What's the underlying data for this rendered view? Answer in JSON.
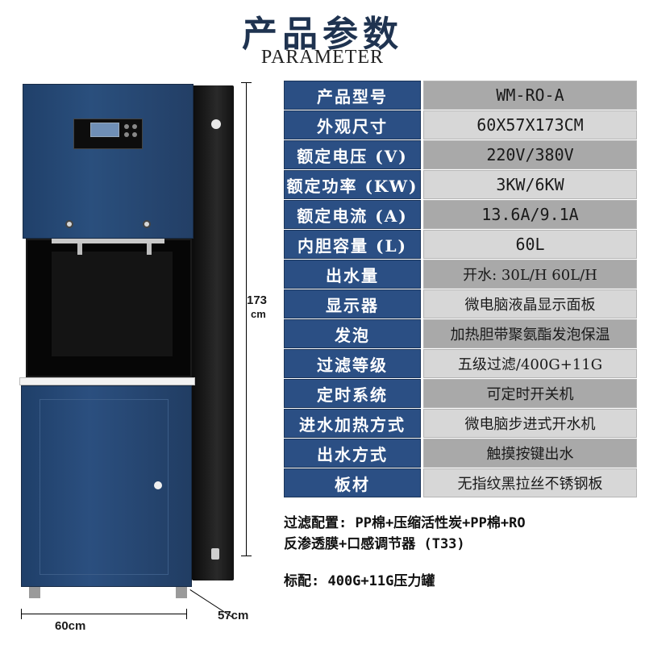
{
  "header": {
    "title": "产品参数",
    "subtitle": "PARAMETER"
  },
  "dimensions": {
    "height_value": "173",
    "height_unit": "cm",
    "width": "60cm",
    "depth": "57cm"
  },
  "params": [
    {
      "label": "产品型号",
      "value": "WM-RO-A"
    },
    {
      "label": "外观尺寸",
      "value": "60X57X173CM"
    },
    {
      "label": "额定电压 (V)",
      "value": "220V/380V"
    },
    {
      "label": "额定功率 (KW)",
      "value": "3KW/6KW"
    },
    {
      "label": "额定电流 (A)",
      "value": "13.6A/9.1A"
    },
    {
      "label": "内胆容量 (L)",
      "value": "60L"
    },
    {
      "label": "出水量",
      "value": "开水: 30L/H 60L/H"
    },
    {
      "label": "显示器",
      "value": "微电脑液晶显示面板"
    },
    {
      "label": "发泡",
      "value": "加热胆带聚氨酯发泡保温"
    },
    {
      "label": "过滤等级",
      "value": "五级过滤/400G+11G"
    },
    {
      "label": "定时系统",
      "value": "可定时开关机"
    },
    {
      "label": "进水加热方式",
      "value": "微电脑步进式开水机"
    },
    {
      "label": "出水方式",
      "value": "触摸按键出水"
    },
    {
      "label": "板材",
      "value": "无指纹黑拉丝不锈钢板"
    }
  ],
  "notes": {
    "filter_line1": "过滤配置: PP棉+压缩活性炭+PP棉+RO",
    "filter_line2": "反渗透膜+口感调节器 (T33)",
    "tank": "标配: 400G+11G压力罐"
  },
  "colors": {
    "label_bg": "#2b4f84",
    "value_bg": "#d7d7d7",
    "machine_blue": "#2a4f7d"
  }
}
